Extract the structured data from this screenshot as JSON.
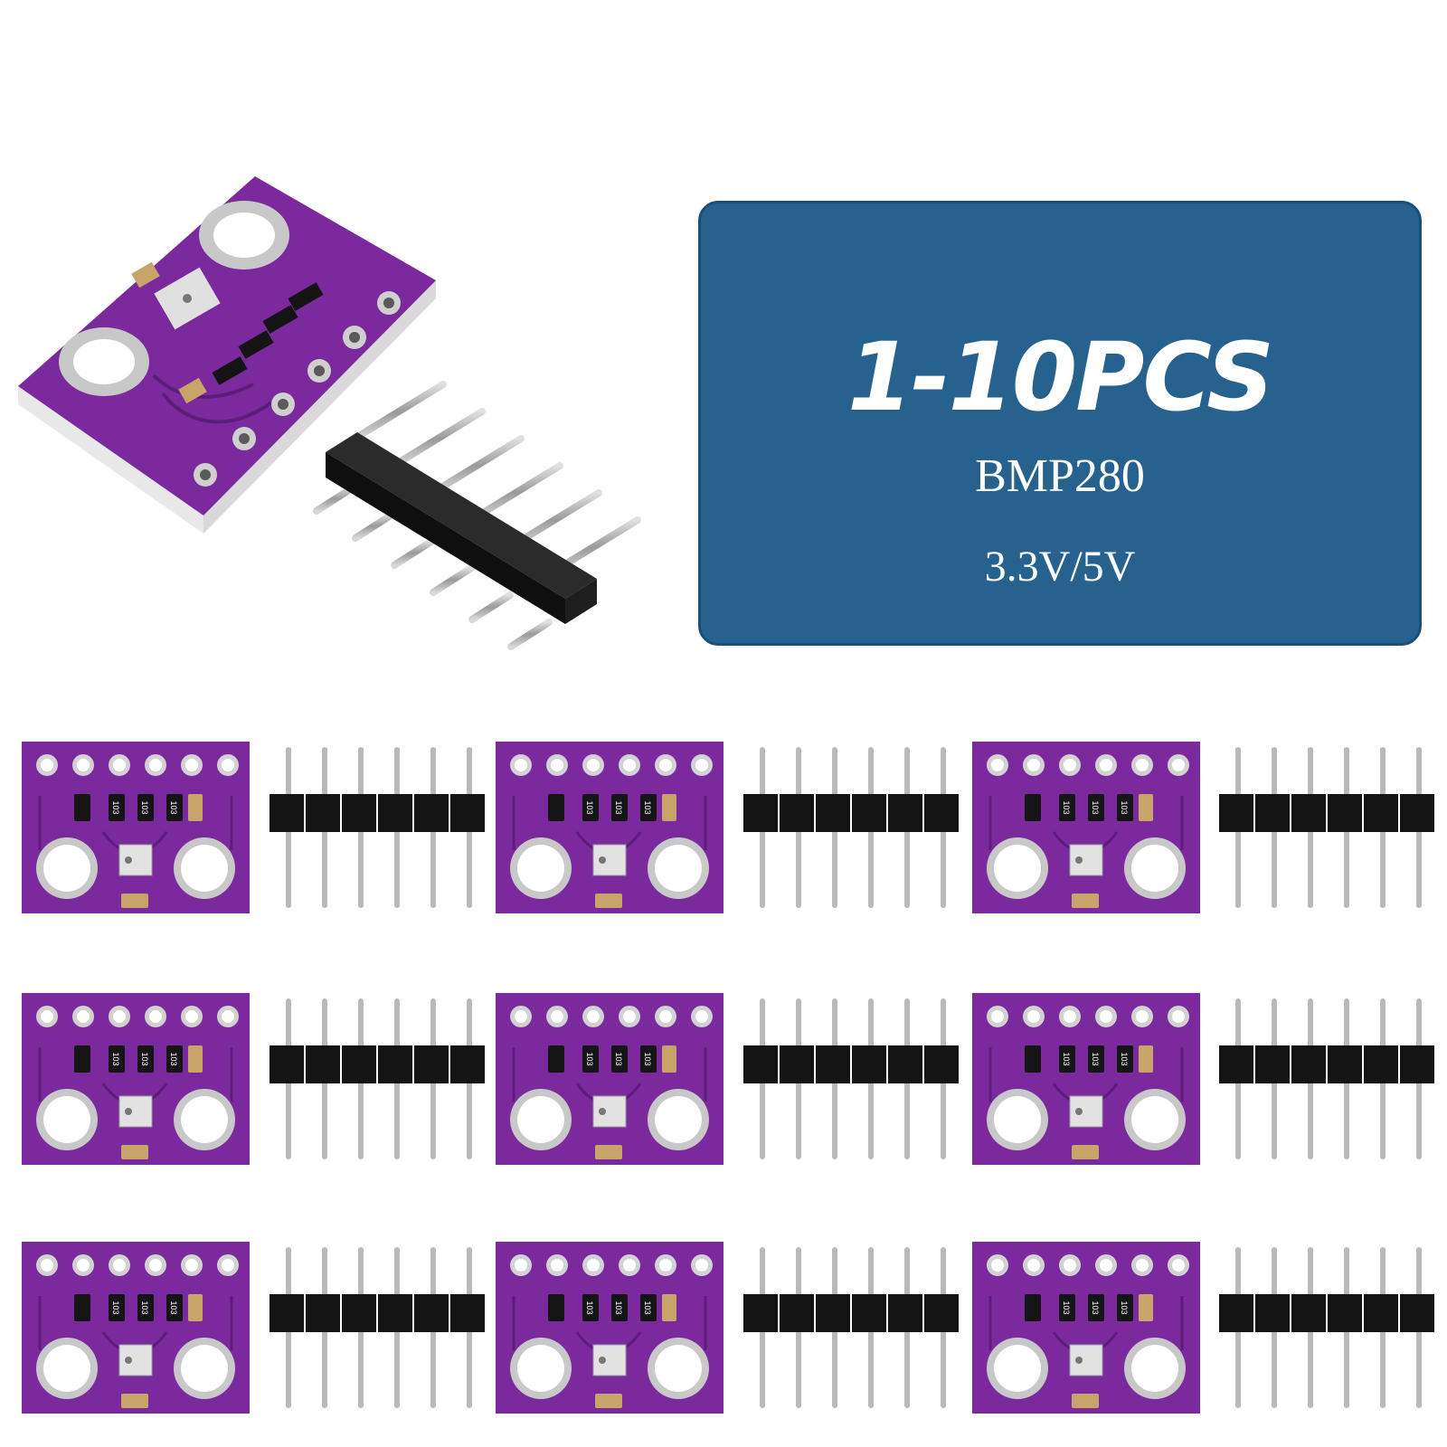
{
  "colors": {
    "panel": "#27628f",
    "pcb": "#7b2a9e",
    "pcb_dark": "#5c1d79",
    "header_black": "#141414",
    "pin_metal": "#b9b9b9"
  },
  "info_panel": {
    "title": "1-10PCS",
    "model": "BMP280",
    "voltage": "3.3V/5V"
  },
  "resistor_marking": "103",
  "board_count": 9
}
